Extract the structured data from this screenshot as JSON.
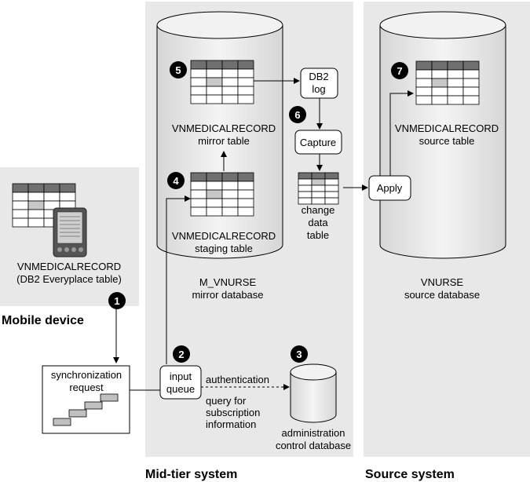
{
  "labels": {
    "mirror_table_1": "VNMEDICALRECORD",
    "mirror_table_2": "mirror table",
    "staging_table_1": "VNMEDICALRECORD",
    "staging_table_2": "staging table",
    "source_table_1": "VNMEDICALRECORD",
    "source_table_2": "source table",
    "mobile_table_1": "VNMEDICALRECORD",
    "mobile_table_2": "(DB2 Everyplace table)",
    "db2log_1": "DB2",
    "db2log_2": "log",
    "capture": "Capture",
    "apply": "Apply",
    "cd_1": "change",
    "cd_2": "data",
    "cd_3": "table",
    "mirror_db_1": "M_VNURSE",
    "mirror_db_2": "mirror database",
    "source_db_1": "VNURSE",
    "source_db_2": "source database",
    "sync_1": "synchronization",
    "sync_2": "request",
    "queue_1": "input",
    "queue_2": "queue",
    "auth": "authentication",
    "query_1": "query for",
    "query_2": "subscription",
    "query_3": "information",
    "admin_1": "administration",
    "admin_2": "control database",
    "mobile_device": "Mobile device",
    "midtier": "Mid-tier system",
    "source_system": "Source system"
  },
  "steps": [
    "1",
    "2",
    "3",
    "4",
    "5",
    "6",
    "7"
  ],
  "colors": {
    "panel": "#e8e8e8",
    "table_header": "#707070",
    "table_highlight": "#c8c8c8",
    "line": "#000000"
  }
}
